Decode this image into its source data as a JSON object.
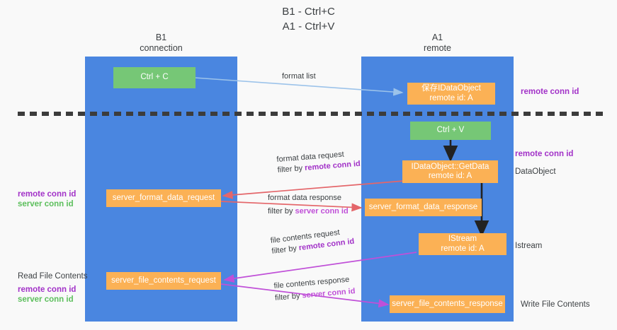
{
  "title": {
    "line1": "B1 - Ctrl+C",
    "line2": "A1 - Ctrl+V"
  },
  "columns": [
    {
      "id": "b1",
      "name": "B1",
      "role": "connection"
    },
    {
      "id": "a1",
      "name": "A1",
      "role": "remote"
    }
  ],
  "nodes": {
    "ctrl_c": {
      "line1": "Ctrl + C",
      "line2": ""
    },
    "save_idataobject": {
      "line1": "保存IDataObject",
      "line2": "remote id: A"
    },
    "ctrl_v": {
      "line1": "Ctrl + V",
      "line2": ""
    },
    "getdata": {
      "line1": "IDataObject::GetData",
      "line2": "remote id: A"
    },
    "fmt_req": {
      "line1": "server_format_data_request",
      "line2": ""
    },
    "fmt_resp": {
      "line1": "server_format_data_response",
      "line2": ""
    },
    "istream": {
      "line1": "IStream",
      "line2": "remote id: A"
    },
    "file_req": {
      "line1": "server_file_contents_request",
      "line2": ""
    },
    "file_resp": {
      "line1": "server_file_contents_response",
      "line2": ""
    }
  },
  "edges": {
    "format_list": {
      "text": "format list"
    },
    "format_data_request": {
      "text": "format data request",
      "filter_prefix": "filter by ",
      "filter_key": "remote conn id"
    },
    "format_data_response": {
      "text": "format data response",
      "filter_prefix": "filter by ",
      "filter_key": "server conn id"
    },
    "file_contents_request": {
      "text": "file contents request",
      "filter_prefix": "filter by ",
      "filter_key": "remote conn id"
    },
    "file_contents_response": {
      "text": "file contents response",
      "filter_prefix": "filter by ",
      "filter_key": "server conn id"
    }
  },
  "right_labels": {
    "remote_conn_id_top": "remote conn id",
    "remote_conn_id_mid": "remote conn id",
    "dataobject": "DataObject",
    "istream": "Istream",
    "write_file_contents": "Write File Contents"
  },
  "left_labels": {
    "remote_conn_id_1": "remote conn id",
    "server_conn_id_1": "server conn id",
    "read_file_contents": "Read File Contents",
    "remote_conn_id_2": "remote conn id",
    "server_conn_id_2": "server conn id"
  },
  "colors": {
    "column": "#4a86e0",
    "green_node": "#76c776",
    "orange_node": "#fbb155",
    "purple_text": "#a232c8",
    "green_text": "#5cbf5c",
    "magenta_text": "#c050d8",
    "arrow_blue": "#9cc3ea",
    "arrow_red": "#e4666a",
    "arrow_magenta": "#c050d8",
    "arrow_black": "#222222",
    "background": "#f9f9f9"
  }
}
